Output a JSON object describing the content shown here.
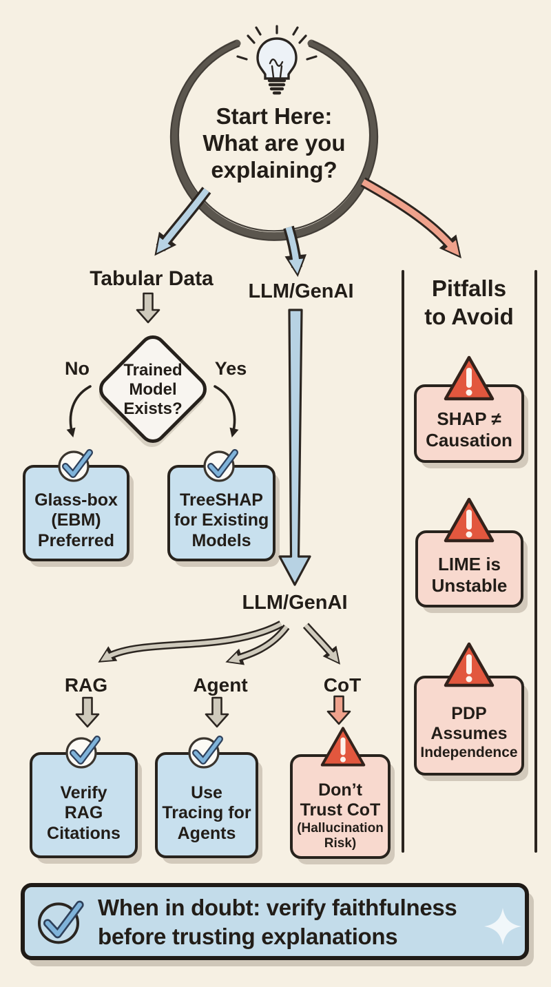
{
  "colors": {
    "background": "#f6f0e3",
    "ink": "#221d18",
    "box_blue": "#c8e0ee",
    "box_pink": "#f8d9ce",
    "banner_blue": "#c3dcea",
    "triangle_red": "#e2573e",
    "check_blue": "#7fb3da",
    "check_dark": "#2e405a",
    "arrow_blue": "#b7d2e3",
    "arrow_gray": "#cfcabc",
    "arrow_red": "#efa28c",
    "outline_dark": "#2b2520",
    "divider": "#2b2520",
    "diamond_fill": "#f8f5f0",
    "circle_stroke": "#5b564e"
  },
  "icons": {
    "start": "lightbulb-icon",
    "positive": "check-icon",
    "warning": "warning-triangle-icon",
    "footer": "check-icon",
    "decoration": "sparkle-icon"
  },
  "start": {
    "title": [
      "Start Here:",
      "What are you",
      "explaining?"
    ]
  },
  "branch_labels": {
    "tabular": "Tabular Data",
    "llm_top": "LLM/GenAI",
    "llm_mid": "LLM/GenAI"
  },
  "decision": {
    "lines": [
      "Trained",
      "Model",
      "Exists?"
    ],
    "no": "No",
    "yes": "Yes"
  },
  "tabular_outcomes": {
    "left": {
      "lines": [
        "Glass-box",
        "(EBM)",
        "Preferred"
      ]
    },
    "right": {
      "lines": [
        "TreeSHAP",
        "for Existing",
        "Models"
      ]
    }
  },
  "genai": {
    "rag": {
      "label": "RAG",
      "lines": [
        "Verify",
        "RAG",
        "Citations"
      ]
    },
    "agent": {
      "label": "Agent",
      "lines": [
        "Use",
        "Tracing for",
        "Agents"
      ]
    },
    "cot": {
      "label": "CoT",
      "lines": [
        "Don’t",
        "Trust CoT"
      ],
      "sub": [
        "(Hallucination",
        "Risk)"
      ]
    }
  },
  "pitfalls": {
    "heading": [
      "Pitfalls",
      "to Avoid"
    ],
    "items": [
      {
        "lines": [
          "SHAP ≠",
          "Causation"
        ]
      },
      {
        "lines": [
          "LIME is",
          "Unstable"
        ]
      },
      {
        "lines": [
          "PDP",
          "Assumes",
          "Independence"
        ]
      }
    ]
  },
  "banner": {
    "lines": [
      "When in doubt: verify faithfulness",
      "before trusting explanations"
    ]
  }
}
